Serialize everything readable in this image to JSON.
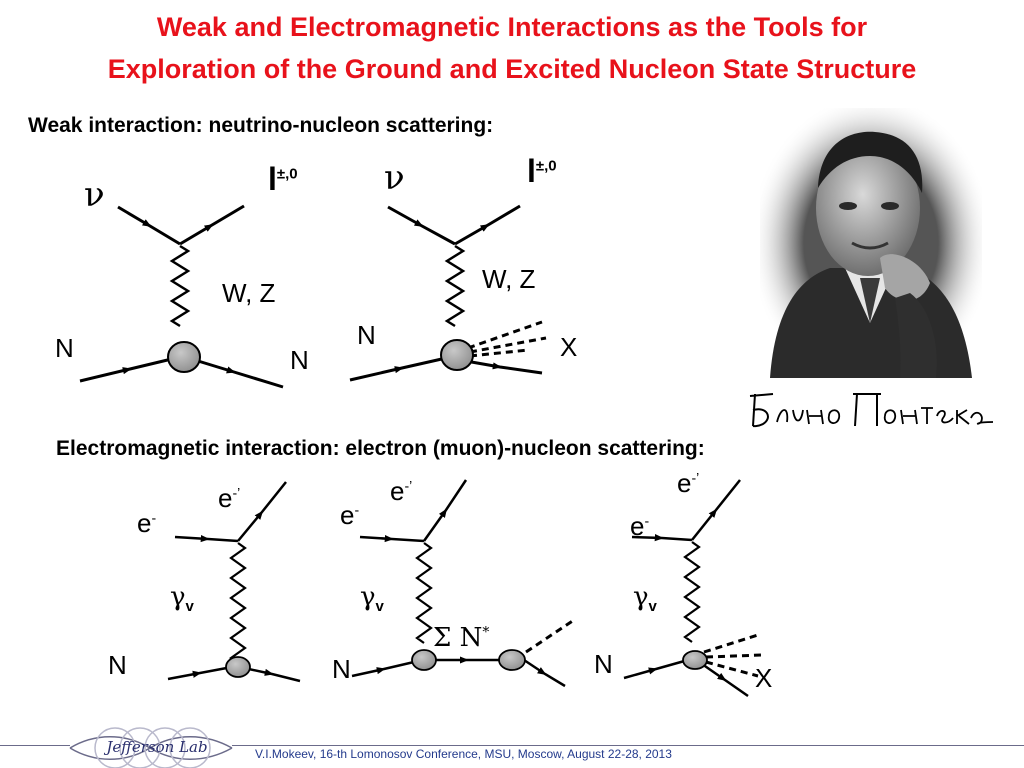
{
  "title": {
    "line1": "Weak and Electromagnetic Interactions as the Tools for",
    "line2": "Exploration of the Ground and Excited Nucleon State Structure"
  },
  "weak": {
    "heading": "Weak interaction: neutrino-nucleon scattering:",
    "diagram1": {
      "nu": "ν",
      "lepton": "l",
      "lepton_sup": "±,0",
      "boson": "W, Z",
      "n_in": "N",
      "n_out": "N"
    },
    "diagram2": {
      "nu": "ν",
      "lepton": "l",
      "lepton_sup": "±,0",
      "boson": "W, Z",
      "n_in": "N",
      "x_out": "X"
    }
  },
  "em": {
    "heading": "Electromagnetic interaction: electron (muon)-nucleon scattering:",
    "diagram1": {
      "e_in": "e",
      "e_in_sup": "-",
      "e_out": "e",
      "e_out_sup": "-’",
      "photon": "γ",
      "photon_sub": "v",
      "n_in": "N"
    },
    "diagram2": {
      "e_in": "e",
      "e_in_sup": "-",
      "e_out": "e",
      "e_out_sup": "-’",
      "photon": "γ",
      "photon_sub": "v",
      "n_in": "N",
      "resonance": "Σ N",
      "resonance_sup": "*"
    },
    "diagram3": {
      "e_in": "e",
      "e_in_sup": "-",
      "e_out": "e",
      "e_out_sup": "-’",
      "photon": "γ",
      "photon_sub": "v",
      "n_in": "N",
      "x_out": "X"
    }
  },
  "footer": {
    "text": "V.I.Mokeev, 16-th Lomonosov Conference, MSU, Moscow, August 22-28, 2013",
    "logo_text": "Jefferson Lab"
  },
  "signature": {
    "text": "Бруно Понтекорво"
  },
  "colors": {
    "title": "#e8121b",
    "blob": "#9a9a9a",
    "footer_text": "#233a8c"
  }
}
